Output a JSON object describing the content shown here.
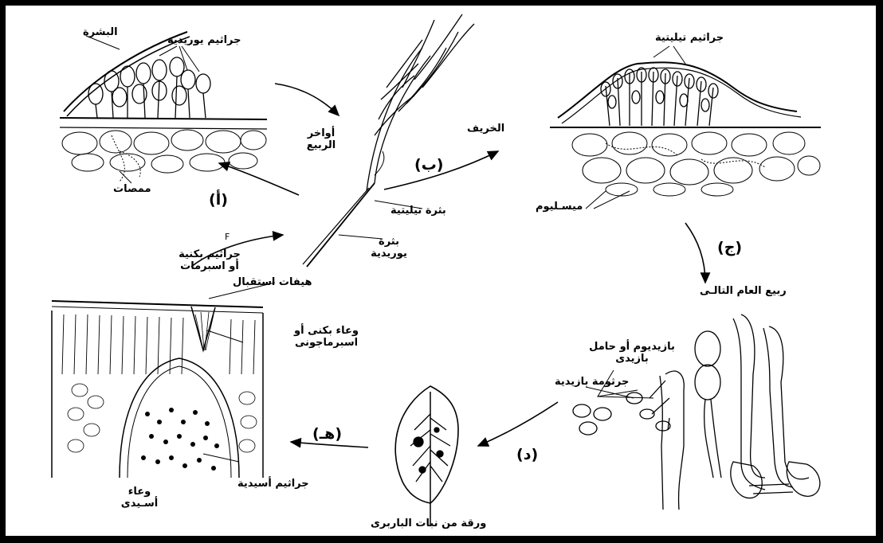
{
  "stages": {
    "a": "(أ)",
    "b": "(ب)",
    "c": "(ج)",
    "d": "(د)",
    "e": "(هـ)"
  },
  "labels": {
    "epidermis": "البشرة",
    "uredospores": "جراثيم يوريدية",
    "late_spring": "أواخر الربيع",
    "haustoria": "ممصات",
    "teliospores_top": "جراثيم تيليتية",
    "autumn": "الخريف",
    "mycelium": "ميسـليوم",
    "telial_pustule": "بثرة تيليتية",
    "uredial_pustule": "بثرة يوريدية",
    "next_spring": "ربيع العام التالـى",
    "basidium": "بازيديوم أو حامل بازيدى",
    "basidiospore": "جرثومة بازيدية",
    "barberry_leaf": "ورقة من نبات الباربرى",
    "aeciospores": "جراثيم أسيدية",
    "aecium": "وعاء أسـيدى",
    "pycnium": "وعاء بكنى أو اسبرماجونى",
    "receptive_hyphae": "هيفات استقبال",
    "pycniospores": "جراثيم بكنية أو اسبرمات",
    "f_mark": "F"
  }
}
